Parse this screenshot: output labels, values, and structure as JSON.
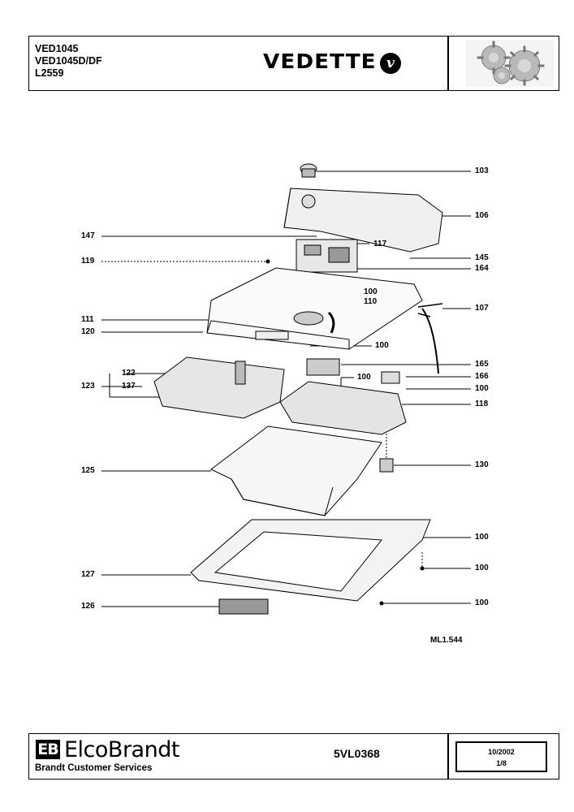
{
  "header": {
    "models": [
      "VED1045",
      "VED1045D/DF",
      "L2559"
    ],
    "brand": "VEDETTE",
    "brand_mark": "v",
    "logo_icon": "gears-icon"
  },
  "callouts": {
    "c103": "103",
    "c106": "106",
    "c147": "147",
    "c117": "117",
    "c145": "145",
    "c119": "119",
    "c164": "164",
    "c100a": "100",
    "c110": "110",
    "c107": "107",
    "c111": "111",
    "c120": "120",
    "c100b": "100",
    "c122": "122",
    "c165": "165",
    "c123": "123",
    "c137": "137",
    "c100c": "100",
    "c166": "166",
    "c100d": "100",
    "c118": "118",
    "c125": "125",
    "c130": "130",
    "c100e": "100",
    "c127": "127",
    "c100f": "100",
    "c126": "126",
    "c100g": "100"
  },
  "drawing_ref": "ML1.544",
  "footer": {
    "logo_mark": "EB",
    "logo_text": "ElcoBrandt",
    "services": "Brandt Customer Services",
    "doc_ref": "5VL0368",
    "date": "10/2002",
    "page": "1/8"
  }
}
